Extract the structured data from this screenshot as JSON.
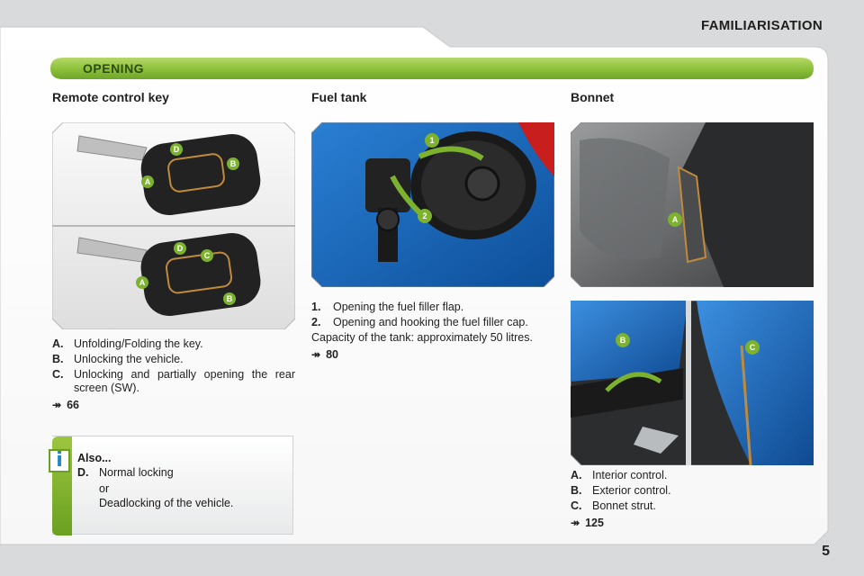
{
  "header": {
    "title": "FAMILIARISATION",
    "page_number": "5"
  },
  "section": {
    "title": "OPENING"
  },
  "remote": {
    "title": "Remote control key",
    "items": [
      {
        "key": "A.",
        "text": "Unfolding/Folding the key."
      },
      {
        "key": "B.",
        "text": "Unlocking the vehicle."
      },
      {
        "key": "C.",
        "text": "Unlocking and partially opening the rear screen (SW)."
      }
    ],
    "ref": "66",
    "photo_labels": [
      "A",
      "B",
      "D",
      "A",
      "C",
      "D",
      "B"
    ]
  },
  "info": {
    "icon": "i",
    "also": "Also...",
    "key": "D.",
    "line1": "Normal locking",
    "line2": "or",
    "line3": "Deadlocking of the vehicle."
  },
  "fuel": {
    "title": "Fuel tank",
    "items": [
      {
        "key": "1.",
        "text": "Opening the fuel filler flap."
      },
      {
        "key": "2.",
        "text": "Opening and hooking the fuel filler cap."
      }
    ],
    "capacity": "Capacity of the tank: approximately 50 litres.",
    "ref": "80",
    "photo_labels": [
      "1",
      "2"
    ]
  },
  "bonnet": {
    "title": "Bonnet",
    "items": [
      {
        "key": "A.",
        "text": "Interior control."
      },
      {
        "key": "B.",
        "text": "Exterior control."
      },
      {
        "key": "C.",
        "text": "Bonnet strut."
      }
    ],
    "ref": "125",
    "photo_labels": [
      "A",
      "B",
      "C"
    ]
  },
  "colors": {
    "accent_green": "#7cb22e",
    "background": "#d9dadb",
    "panel": "#ffffff",
    "info_blue": "#1e88c8"
  },
  "icons": {
    "ref_arrow": "fast-forward-arrow-icon",
    "info": "info-icon"
  }
}
